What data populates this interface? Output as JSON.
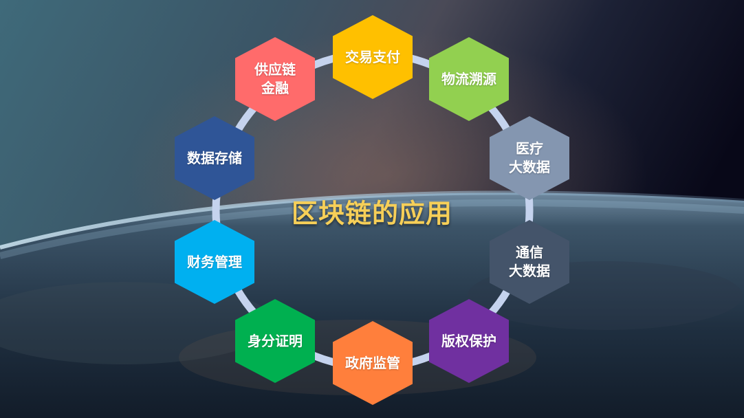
{
  "title": "区块链的应用",
  "colors": {
    "title": "#f6cf58",
    "ring": "#c5d3ee"
  },
  "nodes": [
    {
      "label": "交易支付",
      "color": "#ffc000"
    },
    {
      "label": "物流溯源",
      "color": "#92d050"
    },
    {
      "label": "医疗\n大数据",
      "color": "#8496b0"
    },
    {
      "label": "通信\n大数据",
      "color": "#44546a"
    },
    {
      "label": "版权保护",
      "color": "#7030a0"
    },
    {
      "label": "政府监管",
      "color": "#ff7f3c"
    },
    {
      "label": "身分证明",
      "color": "#00b050"
    },
    {
      "label": "财务管理",
      "color": "#00b0f0"
    },
    {
      "label": "数据存储",
      "color": "#2f5597"
    },
    {
      "label": "供应链\n金融",
      "color": "#ff6b6b"
    }
  ]
}
